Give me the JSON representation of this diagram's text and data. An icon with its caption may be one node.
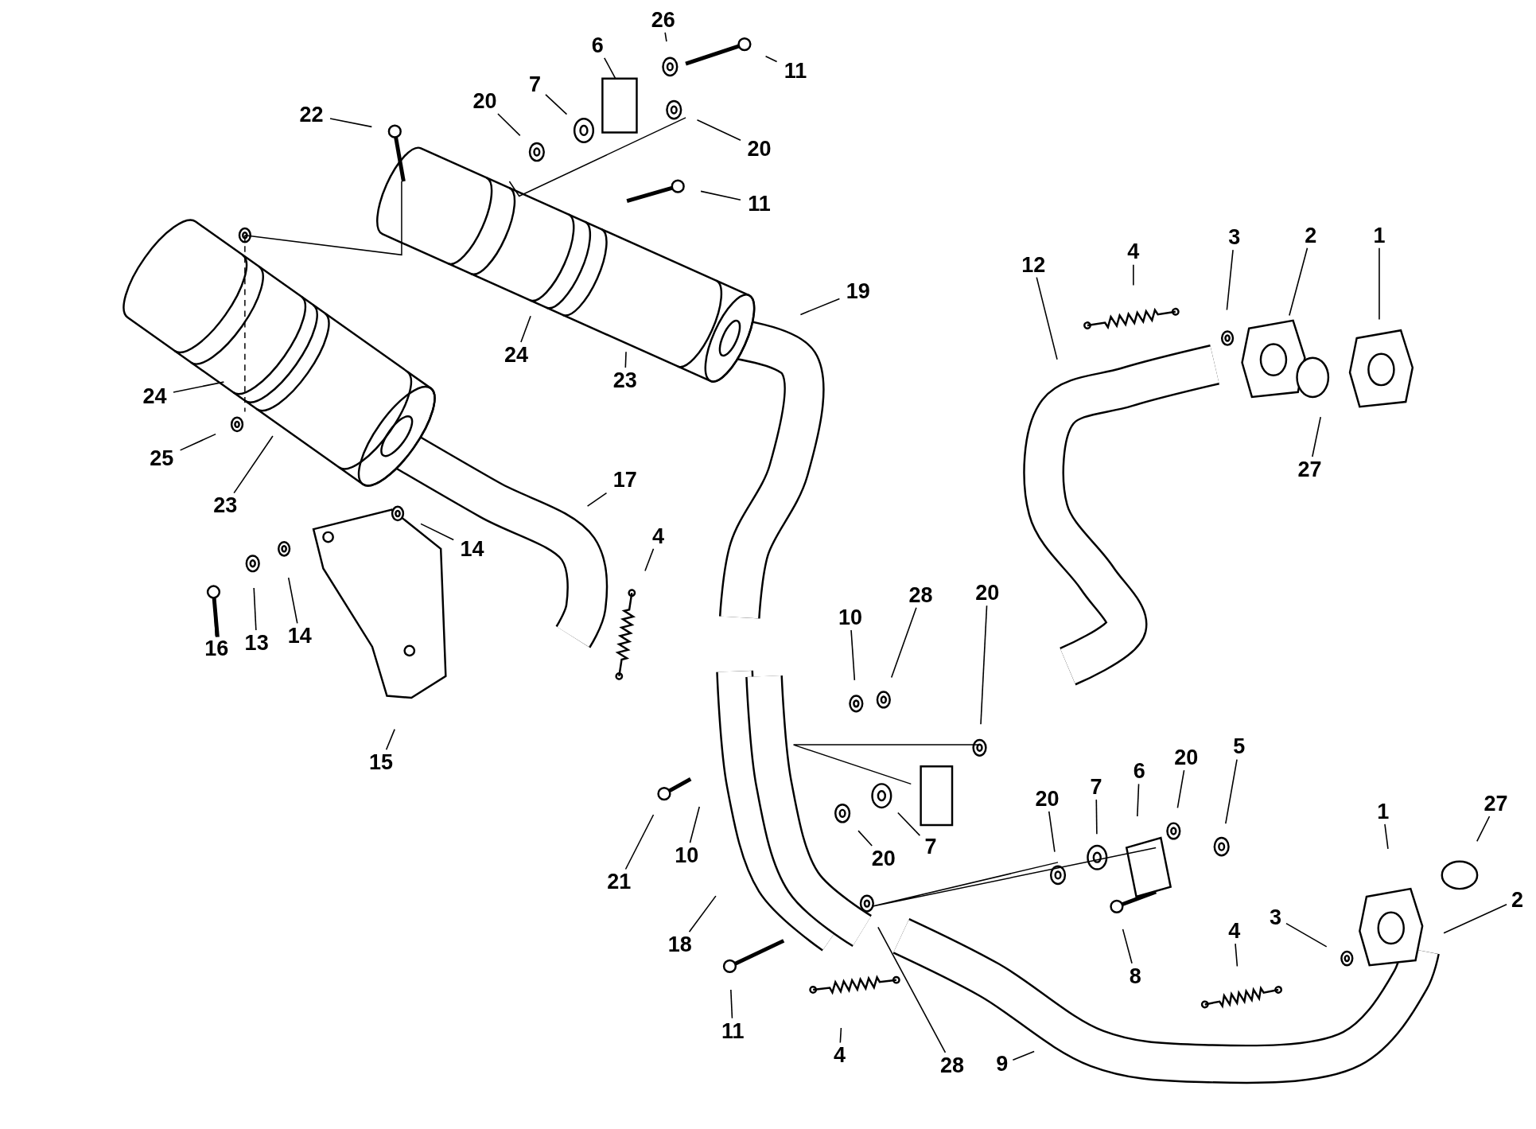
{
  "diagram": {
    "nodes": [
      {
        "text": [
          "26"
        ]
      },
      {
        "text": [
          "6"
        ]
      },
      {
        "text": [
          "11"
        ]
      },
      {
        "text": [
          "20"
        ]
      },
      {
        "text": [
          "7"
        ]
      },
      {
        "text": [
          "22"
        ]
      },
      {
        "text": [
          "20"
        ]
      },
      {
        "text": [
          "11"
        ]
      },
      {
        "text": [
          "19"
        ]
      },
      {
        "text": [
          "12"
        ]
      },
      {
        "text": [
          "4"
        ]
      },
      {
        "text": [
          "3"
        ]
      },
      {
        "text": [
          "2"
        ]
      },
      {
        "text": [
          "1"
        ]
      },
      {
        "text": [
          "24"
        ]
      },
      {
        "text": [
          "23"
        ]
      },
      {
        "text": [
          "24"
        ]
      },
      {
        "text": [
          "25"
        ]
      },
      {
        "text": [
          "27"
        ]
      },
      {
        "text": [
          "23"
        ]
      },
      {
        "text": [
          "17"
        ]
      },
      {
        "text": [
          "14"
        ]
      },
      {
        "text": [
          "4"
        ]
      },
      {
        "text": [
          "16"
        ]
      },
      {
        "text": [
          "13"
        ]
      },
      {
        "text": [
          "14"
        ]
      },
      {
        "text": [
          "15"
        ]
      },
      {
        "text": [
          "10"
        ]
      },
      {
        "text": [
          "28"
        ]
      },
      {
        "text": [
          "20"
        ]
      },
      {
        "text": [
          "21"
        ]
      },
      {
        "text": [
          "10"
        ]
      },
      {
        "text": [
          "20"
        ]
      },
      {
        "text": [
          "7"
        ]
      },
      {
        "text": [
          "20"
        ]
      },
      {
        "text": [
          "7"
        ]
      },
      {
        "text": [
          "6"
        ]
      },
      {
        "text": [
          "20"
        ]
      },
      {
        "text": [
          "5"
        ]
      },
      {
        "text": [
          "1"
        ]
      },
      {
        "text": [
          "27"
        ]
      },
      {
        "text": [
          "3"
        ]
      },
      {
        "text": [
          "2"
        ]
      },
      {
        "text": [
          "18"
        ]
      },
      {
        "text": [
          "8"
        ]
      },
      {
        "text": [
          "4"
        ]
      },
      {
        "text": [
          "11"
        ]
      },
      {
        "text": [
          "4"
        ]
      },
      {
        "text": [
          "28"
        ]
      },
      {
        "text": [
          "9"
        ]
      }
    ],
    "edges": [
      {
        "from": 0,
        "to": null,
        "arrow": "none"
      },
      {
        "from": 1,
        "to": null,
        "arrow": "none"
      },
      {
        "from": 2,
        "to": null,
        "arrow": "none"
      },
      {
        "from": 3,
        "to": null,
        "arrow": "none"
      },
      {
        "from": 4,
        "to": null,
        "arrow": "none"
      },
      {
        "from": 5,
        "to": null,
        "arrow": "none"
      },
      {
        "from": 6,
        "to": null,
        "arrow": "none"
      },
      {
        "from": 7,
        "to": null,
        "arrow": "none"
      },
      {
        "from": 8,
        "to": null,
        "arrow": "none"
      },
      {
        "from": 9,
        "to": null,
        "arrow": "none"
      },
      {
        "from": 10,
        "to": null,
        "arrow": "none"
      },
      {
        "from": 11,
        "to": null,
        "arrow": "none"
      },
      {
        "from": 12,
        "to": null,
        "arrow": "none"
      },
      {
        "from": 13,
        "to": null,
        "arrow": "none"
      },
      {
        "from": 14,
        "to": null,
        "arrow": "none"
      },
      {
        "from": 15,
        "to": null,
        "arrow": "none"
      },
      {
        "from": 16,
        "to": null,
        "arrow": "none"
      },
      {
        "from": 17,
        "to": null,
        "arrow": "none"
      },
      {
        "from": 18,
        "to": null,
        "arrow": "none"
      },
      {
        "from": 19,
        "to": null,
        "arrow": "none"
      },
      {
        "from": 20,
        "to": null,
        "arrow": "none"
      },
      {
        "from": 21,
        "to": null,
        "arrow": "none"
      },
      {
        "from": 22,
        "to": null,
        "arrow": "none"
      },
      {
        "from": 23,
        "to": null,
        "arrow": "none"
      },
      {
        "from": 24,
        "to": null,
        "arrow": "none"
      },
      {
        "from": 25,
        "to": null,
        "arrow": "none"
      },
      {
        "from": 26,
        "to": null,
        "arrow": "none"
      },
      {
        "from": 27,
        "to": null,
        "arrow": "none"
      },
      {
        "from": 28,
        "to": null,
        "arrow": "none"
      },
      {
        "from": 29,
        "to": null,
        "arrow": "none"
      },
      {
        "from": 30,
        "to": null,
        "arrow": "none"
      },
      {
        "from": 31,
        "to": null,
        "arrow": "none"
      },
      {
        "from": 32,
        "to": null,
        "arrow": "none"
      },
      {
        "from": 33,
        "to": null,
        "arrow": "none"
      },
      {
        "from": 34,
        "to": null,
        "arrow": "none"
      },
      {
        "from": 35,
        "to": null,
        "arrow": "none"
      },
      {
        "from": 36,
        "to": null,
        "arrow": "none"
      },
      {
        "from": 37,
        "to": null,
        "arrow": "none"
      },
      {
        "from": 38,
        "to": null,
        "arrow": "none"
      },
      {
        "from": 39,
        "to": null,
        "arrow": "none"
      },
      {
        "from": 40,
        "to": null,
        "arrow": "none"
      },
      {
        "from": 41,
        "to": null,
        "arrow": "none"
      },
      {
        "from": 42,
        "to": null,
        "arrow": "none"
      },
      {
        "from": 43,
        "to": null,
        "arrow": "none"
      },
      {
        "from": 44,
        "to": null,
        "arrow": "none"
      },
      {
        "from": 45,
        "to": null,
        "arrow": "none"
      },
      {
        "from": 46,
        "to": null,
        "arrow": "none"
      },
      {
        "from": 47,
        "to": null,
        "arrow": "none"
      },
      {
        "from": 48,
        "to": null,
        "arrow": "none"
      },
      {
        "from": 49,
        "to": null,
        "arrow": "none"
      }
    ]
  }
}
